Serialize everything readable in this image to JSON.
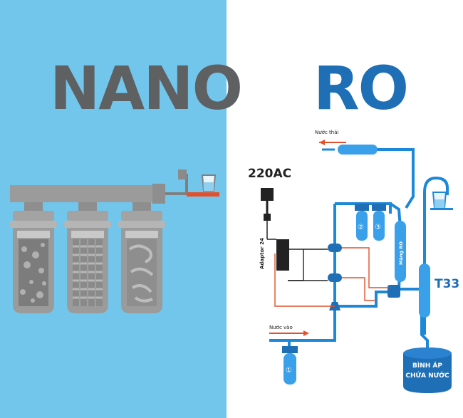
{
  "nano": {
    "title": "NANO"
  },
  "ro": {
    "title": "RO",
    "power_label": "220AC",
    "adaptor_label": "Adaptor 24",
    "waste_water_label": "Nước thải",
    "inlet_label": "Nước vào",
    "membrane_label": "Màng RO",
    "t33_label": "T33",
    "filter_numbers": [
      "①",
      "②",
      "③"
    ],
    "tank_label_line1": "BÌNH ÁP",
    "tank_label_line2": "CHỨA NƯỚC"
  },
  "colors": {
    "nano_background": "#72C6EC",
    "nano_title": "#5F6062",
    "ro_title": "#1E6FB5",
    "ro_pipe": "#1E88D8",
    "ro_component": "#3AA0EA",
    "wire_red": "#E2502C",
    "wire_black": "#222222"
  }
}
